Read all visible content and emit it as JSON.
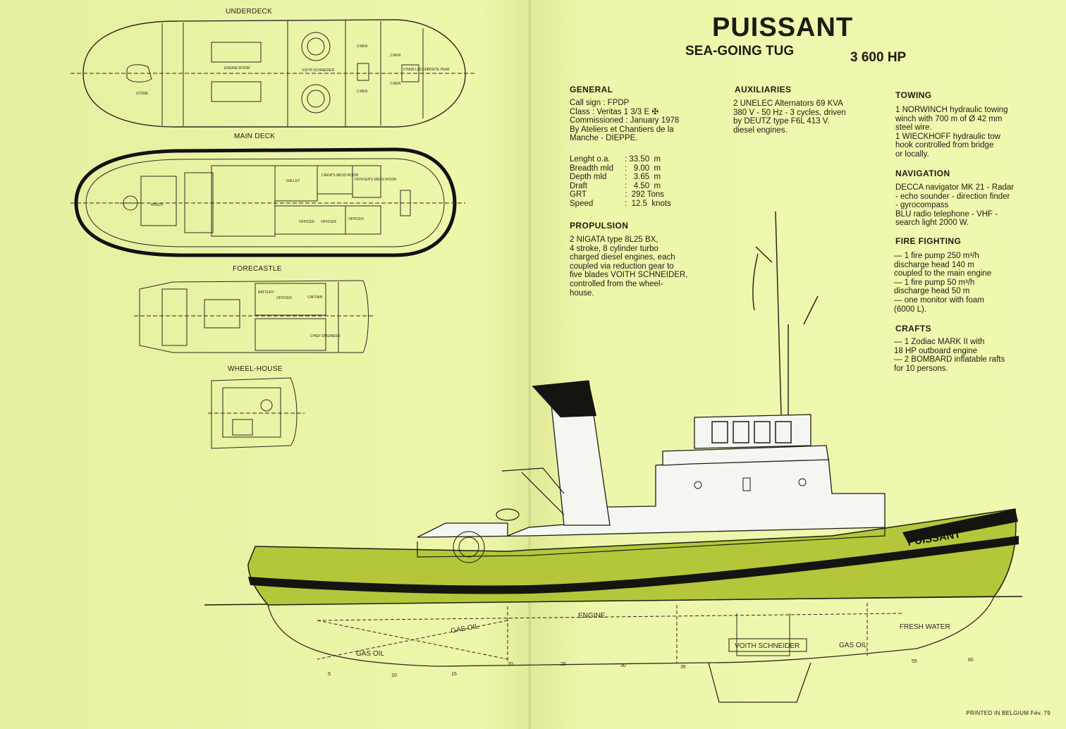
{
  "title": "PUISSANT",
  "subtitle": "SEA-GOING TUG",
  "power": "3 600 HP",
  "plans": {
    "underdeck": "UNDERDECK",
    "main_deck": "MAIN DECK",
    "forecastle": "FORECASTLE",
    "wheel_house": "WHEEL-HOUSE"
  },
  "general": {
    "heading": "GENERAL",
    "text": "Call sign : FPDP\nClass : Veritas 1 3/3 E ✠\nCommissioned : January 1978\nBy Ateliers et Chantiers de la\nManche - DIEPPE.",
    "specs": [
      {
        "k": "Lenght o.a.",
        "v": ": 33.50  m"
      },
      {
        "k": "Breadth mld",
        "v": ":   9.00  m"
      },
      {
        "k": "Depth mld",
        "v": ":   3.65  m"
      },
      {
        "k": "Draft",
        "v": ":   4.50  m"
      },
      {
        "k": "GRT",
        "v": ":  292 Tons"
      },
      {
        "k": "Speed",
        "v": ":  12.5  knots"
      }
    ]
  },
  "propulsion": {
    "heading": "PROPULSION",
    "text": "2 NIGATA type 8L25 BX,\n4 stroke, 8 cylinder turbo\ncharged diesel engines, each\ncoupled via reduction gear to\nfive blades VOITH SCHNEIDER,\ncontrolled from the wheel-\nhouse."
  },
  "auxiliaries": {
    "heading": "AUXILIARIES",
    "text": "2 UNELEC Alternators 69 KVA\n380 V - 50 Hz - 3 cycles, driven\nby DEUTZ type F6L 413 V.\ndiesel engines."
  },
  "towing": {
    "heading": "TOWING",
    "text": "1 NORWINCH hydraulic towing\nwinch with 700 m of Ø 42 mm\nsteel wire.\n1 WIECKHOFF hydraulic tow\nhook controlled from bridge\nor locally."
  },
  "navigation": {
    "heading": "NAVIGATION",
    "text": "DECCA navigator MK 21 - Radar\n- echo sounder - direction finder\n- gyrocompass\nBLU radio telephone - VHF -\nsearch light 2000 W."
  },
  "fire_fighting": {
    "heading": "FIRE FIGHTING",
    "text": "— 1 fire pump 250 m³/h\n     discharge head 140 m\n     coupled to the main engine\n— 1 fire pump 50 m³/h\n     discharge head 50 m\n— one monitor with foam\n     (6000 L)."
  },
  "crafts": {
    "heading": "CRAFTS",
    "text": "— 1 Zodiac MARK II with\n     18 HP outboard engine\n— 2 BOMBARD inflatable rafts\n     for 10 persons."
  },
  "hull_labels": {
    "name_on_hull": "PUISSANT",
    "gas_oil_1": "GAS OIL",
    "gas_oil_2": "GAS OIL",
    "gas_oil_3": "GAS OIL",
    "engine": "ENGINE",
    "voith": "VOITH SCHNEIDER",
    "fresh_water": "FRESH WATER",
    "frames": [
      "5",
      "10",
      "15",
      "20",
      "25",
      "30",
      "35",
      "55",
      "60"
    ]
  },
  "room_labels": {
    "engine_room": "ENGINE ROOM",
    "voith_schneider": "VOITH SCHNEIDER",
    "store": "STORE",
    "two_men_a": "2 MEN",
    "two_men_b": "2 MEN",
    "two_men_c": "2 MEN",
    "two_men_d": "2 MEN",
    "chain_locker": "CHAIN LOCKER",
    "porte_peak": "PORTE PEAK",
    "winch": "WINCH",
    "galley": "GALLEY",
    "crews_mess": "CREW'S MESS ROOM",
    "officers_mess": "OFFICER'S MESS ROOM",
    "officer_a": "OFFICER",
    "officer_b": "OFFICER",
    "officer_c": "OFFICER",
    "battery": "BATTERY",
    "officer_fc": "OFFICER",
    "captain": "CAPTAIN",
    "chief_engineer": "CHIEF ENGINEER"
  },
  "footer": "PRINTED IN BELGIUM  Fév. 79",
  "colors": {
    "paper": "#eef6ab",
    "hull_green": "#b5c63a",
    "ink": "#1d1d12",
    "superstructure": "#f4f6f2"
  }
}
